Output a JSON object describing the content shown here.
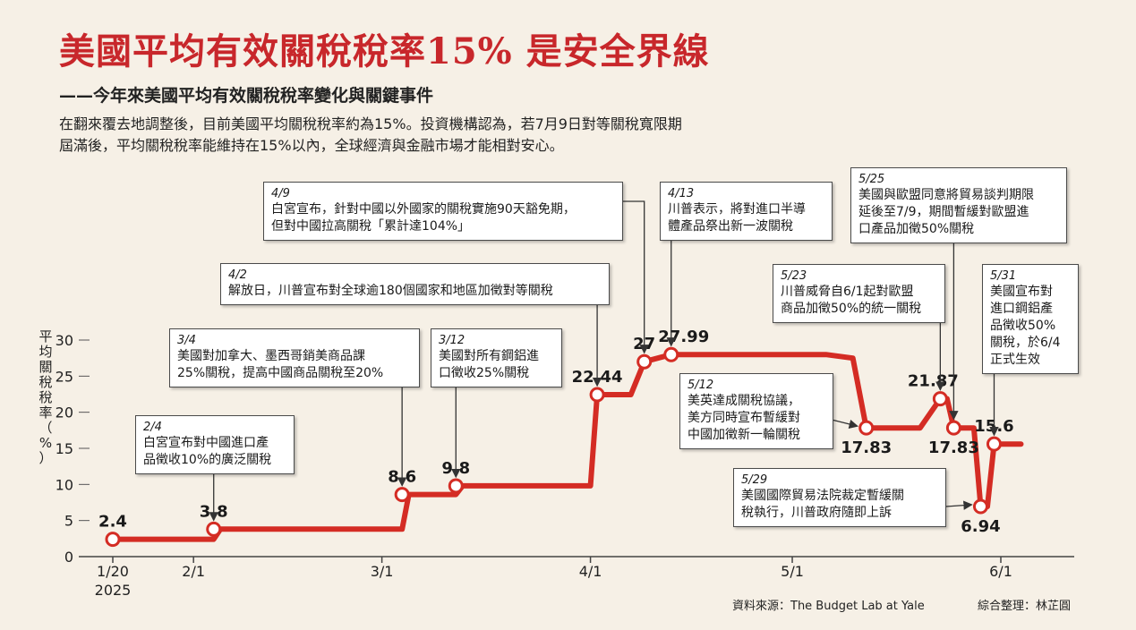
{
  "title": "美國平均有效關稅稅率15%  是安全界線",
  "subtitle": "——今年來美國平均有效關稅稅率變化與關鍵事件",
  "intro_lines": [
    "在翻來覆去地調整後，目前美國平均關稅稅率約為15%。投資機構認為，若7月9日對等關稅寬限期",
    "屆滿後，平均關稅稅率能維持在15%以內，全球經濟與金融市場才能相對安心。"
  ],
  "source": "資料來源：The Budget Lab at Yale",
  "credit": "綜合整理：林芷圓",
  "colors": {
    "line": "#d42c24",
    "title": "#c8272b",
    "background": "#f6f0e6",
    "marker_fill": "#ffffff"
  },
  "chart_data": {
    "type": "line",
    "ylabel": "平均關稅稅率（%）",
    "ylim": [
      0,
      30
    ],
    "yticks": [
      "0",
      "5",
      "10",
      "15",
      "20",
      "25",
      "30"
    ],
    "xticks": [
      {
        "date": "2025-01-20",
        "label": "1/20",
        "label2": "2025"
      },
      {
        "date": "2025-02-01",
        "label": "2/1"
      },
      {
        "date": "2025-03-01",
        "label": "3/1"
      },
      {
        "date": "2025-04-01",
        "label": "4/1"
      },
      {
        "date": "2025-05-01",
        "label": "5/1"
      },
      {
        "date": "2025-06-01",
        "label": "6/1"
      }
    ],
    "series": [
      {
        "x": [
          "2025-01-20",
          "2025-02-04",
          "2025-02-05",
          "2025-03-04",
          "2025-03-05",
          "2025-03-12",
          "2025-03-13",
          "2025-04-01",
          "2025-04-02",
          "2025-04-07",
          "2025-04-09",
          "2025-04-13",
          "2025-05-06",
          "2025-05-10",
          "2025-05-12",
          "2025-05-20",
          "2025-05-23",
          "2025-05-24",
          "2025-05-25",
          "2025-05-28",
          "2025-05-29",
          "2025-05-30",
          "2025-05-31",
          "2025-06-04"
        ],
        "y": [
          2.4,
          2.4,
          3.8,
          3.8,
          8.6,
          8.6,
          9.8,
          9.8,
          22.44,
          22.44,
          27,
          27.99,
          27.99,
          27.5,
          17.83,
          17.83,
          21.87,
          21.87,
          17.83,
          17.83,
          6.94,
          6.94,
          15.6,
          15.6
        ]
      }
    ],
    "markers": [
      {
        "x": "2025-01-20",
        "y": 2.4,
        "label": "2.4"
      },
      {
        "x": "2025-02-04",
        "y": 3.8,
        "label": "3.8"
      },
      {
        "x": "2025-03-04",
        "y": 8.6,
        "label": "8.6"
      },
      {
        "x": "2025-03-12",
        "y": 9.8,
        "label": "9.8"
      },
      {
        "x": "2025-04-02",
        "y": 22.44,
        "label": "22.44"
      },
      {
        "x": "2025-04-09",
        "y": 27,
        "label": "27"
      },
      {
        "x": "2025-04-13",
        "y": 27.99,
        "label": "27.99"
      },
      {
        "x": "2025-05-12",
        "y": 17.83,
        "label": "17.83"
      },
      {
        "x": "2025-05-23",
        "y": 21.87,
        "label": "21.87"
      },
      {
        "x": "2025-05-25",
        "y": 17.83,
        "label": "17.83"
      },
      {
        "x": "2025-05-29",
        "y": 6.94,
        "label": "6.94"
      },
      {
        "x": "2025-05-31",
        "y": 15.6,
        "label": "15.6"
      }
    ],
    "annotations": [
      {
        "date": "2/4",
        "x": "2025-02-04",
        "lines": [
          "白宮宣布對中國進口產",
          "品徵收10%的廣泛關稅"
        ]
      },
      {
        "date": "3/4",
        "x": "2025-03-04",
        "lines": [
          "美國對加拿大、墨西哥銷美商品課",
          "25%關稅，提高中國商品關稅至20%"
        ]
      },
      {
        "date": "3/12",
        "x": "2025-03-12",
        "lines": [
          "美國對所有鋼鋁進",
          "口徵收25%關稅"
        ]
      },
      {
        "date": "4/2",
        "x": "2025-04-02",
        "lines": [
          "解放日，川普宣布對全球逾180個國家和地區加徵對等關稅"
        ]
      },
      {
        "date": "4/9",
        "x": "2025-04-09",
        "lines": [
          "白宮宣布，針對中國以外國家的關稅實施90天豁免期，",
          "但對中國拉高關稅「累計達104%」"
        ]
      },
      {
        "date": "4/13",
        "x": "2025-04-13",
        "lines": [
          "川普表示，將對進口半導",
          "體產品祭出新一波關稅"
        ]
      },
      {
        "date": "5/12",
        "x": "2025-05-12",
        "lines": [
          "美英達成關稅協議，",
          "美方同時宣布暫緩對",
          "中國加徵新一輪關稅"
        ]
      },
      {
        "date": "5/23",
        "x": "2025-05-23",
        "lines": [
          "川普威脅自6/1起對歐盟",
          "商品加徵50%的統一關稅"
        ]
      },
      {
        "date": "5/25",
        "x": "2025-05-25",
        "lines": [
          "美國與歐盟同意將貿易談判期限",
          "延後至7/9，期間暫緩對歐盟進",
          "口產品加徵50%關稅"
        ]
      },
      {
        "date": "5/29",
        "x": "2025-05-29",
        "lines": [
          "美國國際貿易法院裁定暫緩關",
          "稅執行，川普政府隨即上訴"
        ]
      },
      {
        "date": "5/31",
        "x": "2025-05-31",
        "lines": [
          "美國宣布對",
          "進口鋼鋁產",
          "品徵收50%",
          "關稅，於6/4",
          "正式生效"
        ]
      }
    ]
  }
}
